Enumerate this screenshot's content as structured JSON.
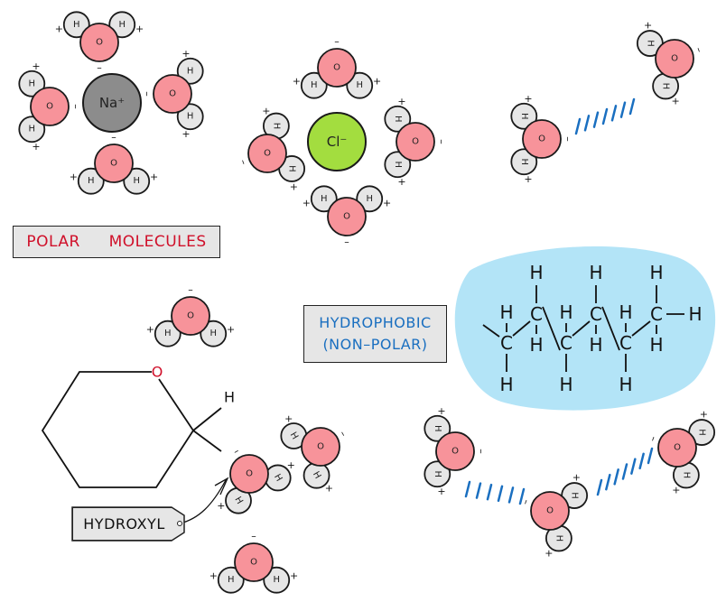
{
  "labels": {
    "polar": "POLAR  MOLECULES",
    "hydrophobic_line1": "HYDROPHOBIC",
    "hydrophobic_line2": "(NON–POLAR)",
    "hydroxyl": "HYDROXYL"
  },
  "atoms": {
    "oxygen": "O",
    "hydrogen": "H",
    "carbon": "C",
    "ring_oxygen": "O",
    "ring_hydrogen": "H"
  },
  "ions": {
    "sodium": "Na⁺",
    "chloride": "Cl⁻"
  },
  "charges": {
    "positive": "+",
    "negative": "–"
  },
  "colors": {
    "oxygen_fill": "#f7939a",
    "hydrogen_fill": "#e6e6e6",
    "sodium_fill": "#8c8c8c",
    "chloride_fill": "#a3dd3f",
    "hydrophobic_blob": "#b3e4f7",
    "hydrogen_bond": "#1a6fc0",
    "polar_text": "#d0102a",
    "hydrophobic_text": "#1a6fc0",
    "ring_oxygen": "#d0102a"
  },
  "groups": {
    "sodium_hydration": "Na+ surrounded by 4 water molecules (O facing ion)",
    "chloride_hydration": "Cl- surrounded by 4 water molecules (H facing ion)",
    "water_pair": "2 water molecules joined by hydrogen bond",
    "hydrocarbon_chain": "Hexane-like C-H chain in hydrophobic region",
    "sugar_ring": "Ring with O, H and hydroxyl group hydrogen bonding to water",
    "water_chain": "3 water molecules joined by 2 hydrogen bonds"
  }
}
